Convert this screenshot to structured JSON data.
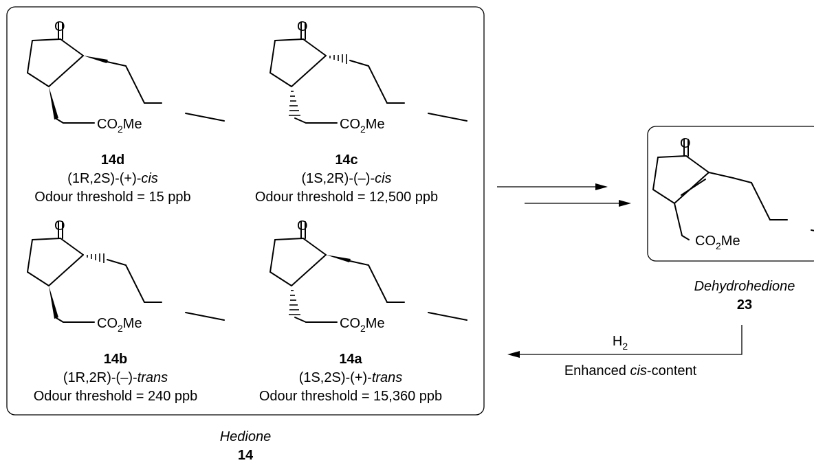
{
  "compounds": {
    "14d": {
      "id": "14d",
      "config": "(1R,2S)",
      "sign": "-(+)-",
      "isomer": "cis",
      "threshold": "Odour threshold = 15 ppb"
    },
    "14c": {
      "id": "14c",
      "config": "(1S,2R)",
      "sign": "-(–)-",
      "isomer": "cis",
      "threshold": "Odour threshold = 12,500 ppb"
    },
    "14b": {
      "id": "14b",
      "config": "(1R,2R)",
      "sign": "-(–)-",
      "isomer": "trans",
      "threshold": "Odour threshold = 240 ppb"
    },
    "14a": {
      "id": "14a",
      "config": "(1S,2S)",
      "sign": "-(+)-",
      "isomer": "trans",
      "threshold": "Odour threshold = 15,360 ppb"
    }
  },
  "hedione": {
    "name": "Hedione",
    "id": "14"
  },
  "dehydrohedione": {
    "name": "Dehydrohedione",
    "id": "23"
  },
  "labels": {
    "oxygen": "O",
    "ester_prefix": "CO",
    "ester_sub": "2",
    "ester_suffix": "Me",
    "h2_prefix": "H",
    "h2_sub": "2",
    "conditions_prefix": "Enhanced ",
    "conditions_italic": "cis",
    "conditions_suffix": "-content"
  }
}
